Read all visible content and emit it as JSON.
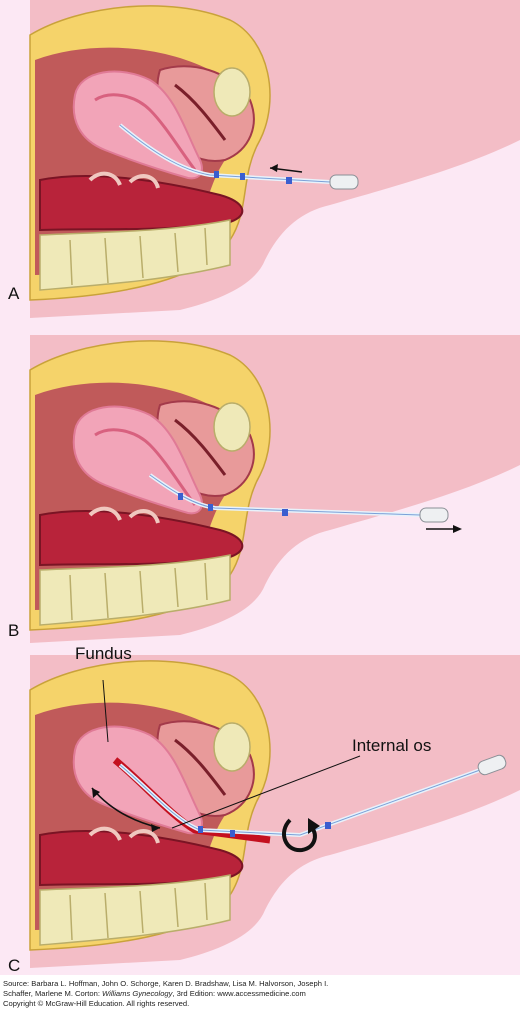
{
  "panels": [
    {
      "letter": "A",
      "motion": "insert"
    },
    {
      "letter": "B",
      "motion": "withdraw"
    },
    {
      "letter": "C",
      "motion": "rotate"
    }
  ],
  "labels": {
    "fundus": "Fundus",
    "internal_os": "Internal os"
  },
  "caption": {
    "line1": "Source: Barbara L. Hoffman, John O. Schorge, Karen D. Bradshaw, Lisa M. Halvorson, Joseph I.",
    "line2_prefix": "Schaffer, Marlene M. Corton: ",
    "line2_title": "Williams Gynecology",
    "line2_suffix": ", 3rd Edition: www.accessmedicine.com",
    "line3": "Copyright © McGraw-Hill Education. All rights reserved."
  },
  "colors": {
    "background": "#fce8f4",
    "skin": "#f3bdc6",
    "fat": "#f5d36a",
    "uterus": "#f2a4b8",
    "uterus_wall": "#e07a96",
    "bladder": "#f0c8c0",
    "bowel": "#b8233a",
    "bone": "#efe9b8",
    "catheter": "#e8f2fb",
    "catheter_mark": "#3a5ecf",
    "blood": "#c4101f"
  }
}
